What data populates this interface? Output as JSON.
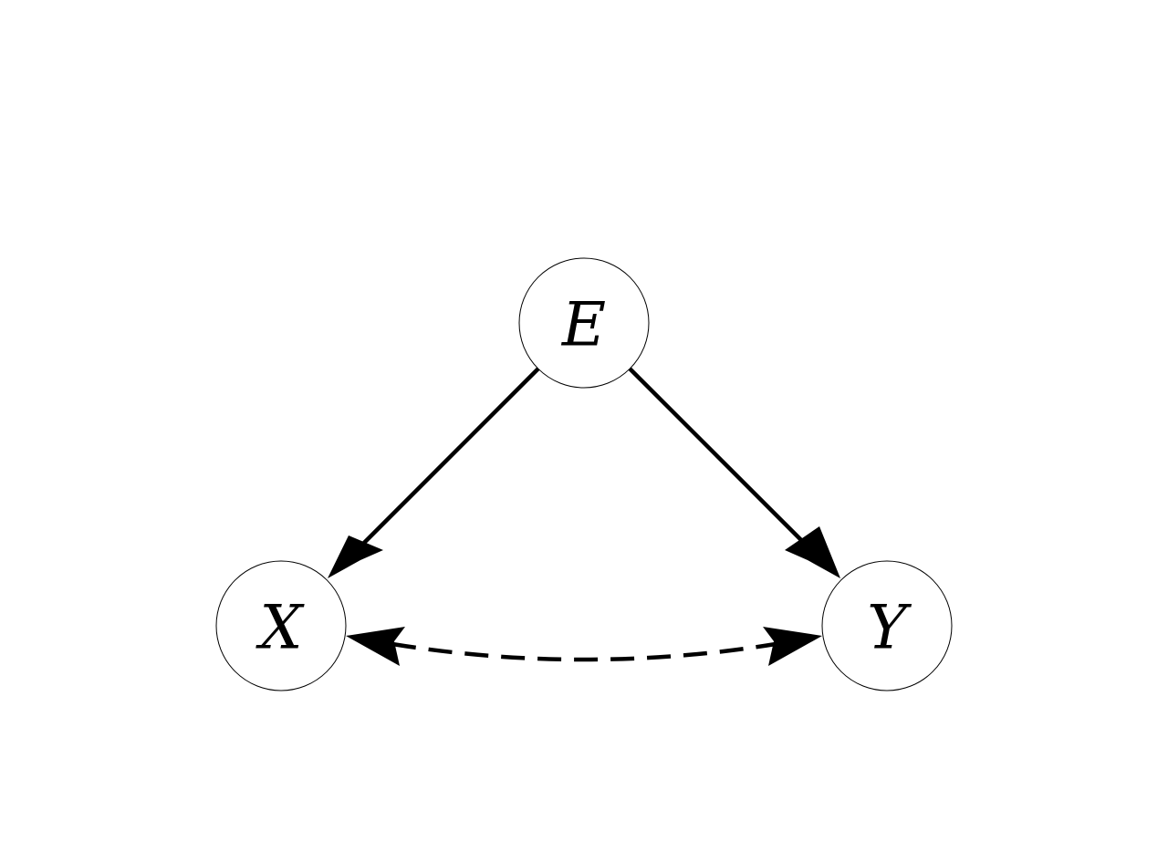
{
  "nodes": {
    "e": {
      "label": "E"
    },
    "x": {
      "label": "X"
    },
    "y": {
      "label": "Y"
    }
  },
  "edges": [
    {
      "from": "E",
      "to": "X",
      "style": "solid",
      "direction": "forward"
    },
    {
      "from": "E",
      "to": "Y",
      "style": "solid",
      "direction": "forward"
    },
    {
      "from": "X",
      "to": "Y",
      "style": "dashed",
      "direction": "bidirectional",
      "curved": true
    }
  ],
  "colors": {
    "stroke": "#000000",
    "background": "#ffffff"
  }
}
